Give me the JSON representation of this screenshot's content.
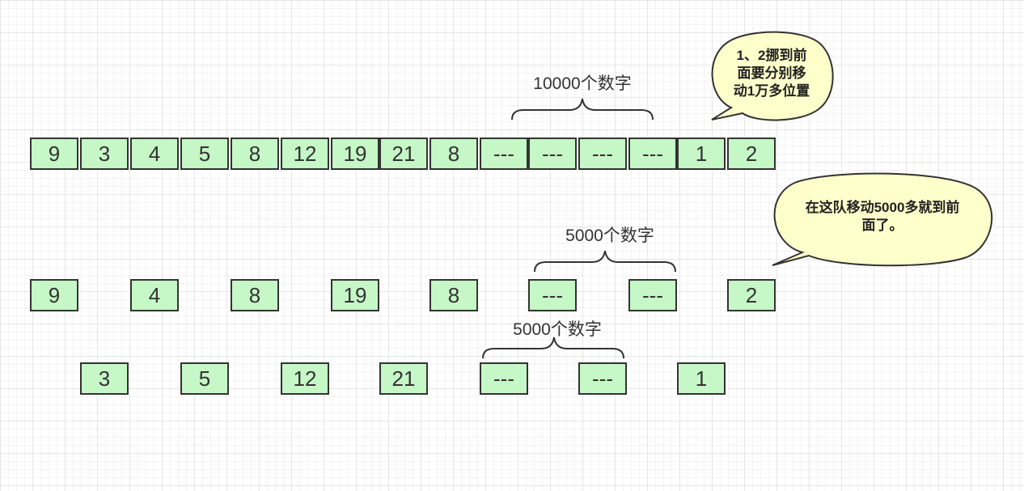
{
  "row1": [
    "9",
    "3",
    "4",
    "5",
    "8",
    "12",
    "19",
    "21",
    "8",
    "---",
    "---",
    "---",
    "---",
    "1",
    "2"
  ],
  "row2": [
    "9",
    "4",
    "8",
    "19",
    "8",
    "---",
    "---",
    "2"
  ],
  "row3": [
    "3",
    "5",
    "12",
    "21",
    "---",
    "---",
    "1"
  ],
  "labels": {
    "row1_count": "10000个数字",
    "row2_count": "5000个数字",
    "row3_count": "5000个数字"
  },
  "callouts": {
    "top_line1": "1、2挪到前",
    "top_line2": "面要分别移",
    "top_line3": "动1万多位置",
    "middle_line1": "在这队移动5000多就到前",
    "middle_line2": "面了。"
  },
  "colors": {
    "box_fill": "#c6f7c6",
    "box_stroke": "#333333",
    "callout_fill": "#ffffcc"
  }
}
